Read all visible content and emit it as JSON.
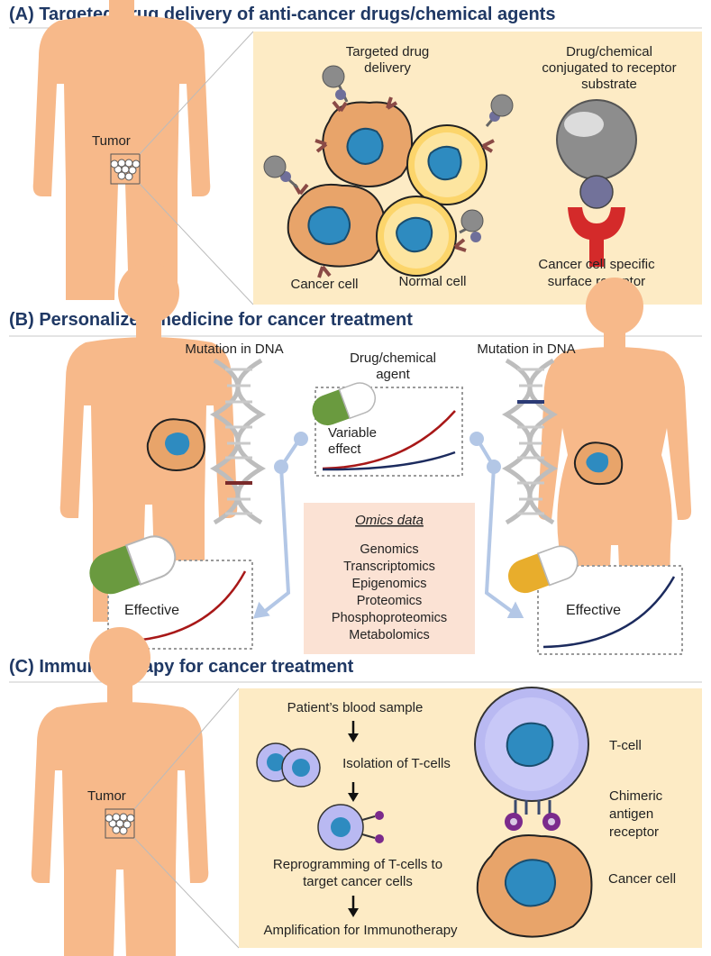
{
  "panel_a": {
    "heading": "(A) Targeted drug delivery of anti-cancer drugs/chemical agents",
    "tumor_label": "Tumor",
    "targeted_delivery_label": [
      "Targeted drug",
      "delivery"
    ],
    "conjugate_label": [
      "Drug/chemical",
      "conjugated to receptor",
      "substrate"
    ],
    "cancer_cell_label": "Cancer cell",
    "normal_cell_label": "Normal cell",
    "receptor_label": [
      "Cancer cell specific",
      "surface receptor"
    ]
  },
  "panel_b": {
    "heading": "(B) Personalized medicine for cancer treatment",
    "mutation_left": "Mutation in DNA",
    "mutation_right": "Mutation in DNA",
    "drug_label": [
      "Drug/chemical",
      "agent"
    ],
    "variable_label": [
      "Variable",
      "effect"
    ],
    "effective_left": "Effective",
    "effective_right": "Effective",
    "omics_title": "Omics data",
    "omics_items": [
      "Genomics",
      "Transcriptomics",
      "Epigenomics",
      "Proteomics",
      "Phosphoproteomics",
      "Metabolomics"
    ]
  },
  "panel_c": {
    "heading": "(C) Immunotherapy for cancer treatment",
    "tumor_label": "Tumor",
    "step_1": "Patient’s blood sample",
    "step_2": "Isolation of T-cells",
    "step_3": [
      "Reprogramming of T-cells to",
      "target cancer cells"
    ],
    "step_4": "Amplification for Immunotherapy",
    "tcell_label": "T-cell",
    "car_label": [
      "Chimeric",
      "antigen",
      "receptor"
    ],
    "cancer_cell_label": "Cancer cell"
  },
  "colors": {
    "heading": "#1f3864",
    "skin": "#f7b98a",
    "panel_bg": "#fdebc5",
    "omics_bg": "#fbe2d4",
    "cancer_cell": "#e8a46a",
    "normal_cell": "#fcd56b",
    "nucleus": "#2e8bc0",
    "tcell": "#b9b9f2",
    "receptor_red": "#d42a2a",
    "red_curve": "#a81818",
    "navy_curve": "#1c2b5e",
    "pill_green": "#6a9a3f",
    "pill_yellow": "#e8ad2c",
    "arrow_blue": "#b3c7e6"
  }
}
